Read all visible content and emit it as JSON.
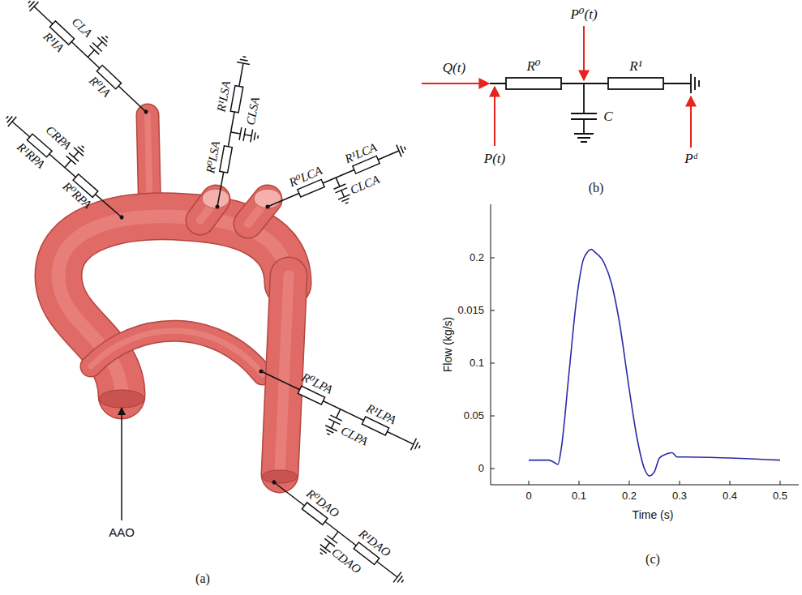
{
  "diagram": {
    "labels": [
      "R¹IA",
      "CLA",
      "R⁰IA",
      "R¹RPA",
      "CRPA",
      "R⁰RPA",
      "R¹LSA",
      "CLSA",
      "R⁰LSA",
      "R⁰LCA",
      "R¹LCA",
      "CLCA",
      "R⁰LPA",
      "R¹LPA",
      "CLPA",
      "R⁰DAO",
      "CDAO",
      "R¹DAO",
      "AAO",
      "(a)",
      "Q(t)",
      "P⁰(t)",
      "R⁰",
      "R¹",
      "C",
      "P(t)",
      "Pᵈ",
      "(b)",
      "0.2",
      "0.015",
      "0.1",
      "0.05",
      "0",
      "0",
      "0.1",
      "0.2",
      "0.3",
      "0.4",
      "0.5",
      "Time (s)",
      "Flow (kg/s)",
      "(c)"
    ]
  }
}
